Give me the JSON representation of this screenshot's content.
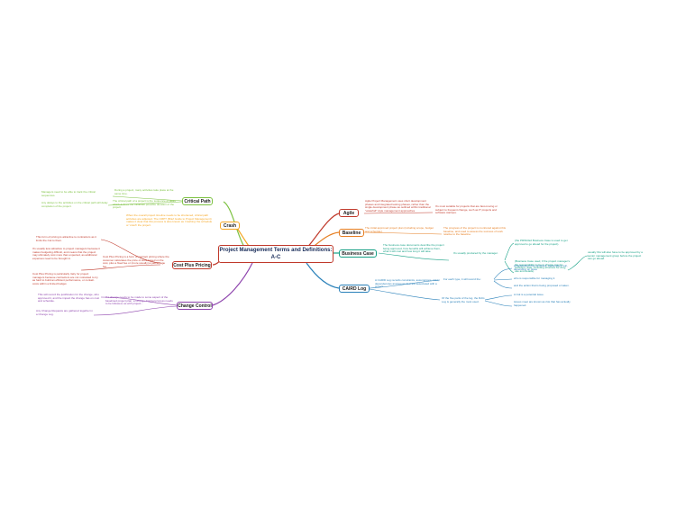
{
  "central": {
    "line1": "Project Management Terms and Definitions:",
    "line2": "A-C"
  },
  "branches": {
    "critical_path": {
      "label": "Critical Path",
      "color": "#7dc242",
      "notes": [
        "During a project, many activities take place at the same time.",
        "The critical path of a project is the sequence of tasks which defines the minimum possible duration of the project."
      ],
      "sub_notes": [
        "Managers need to be able to track the critical sequences.",
        "Any delays to the activities on the critical path will delay completion of the project."
      ]
    },
    "crash": {
      "label": "Crash",
      "color": "#f5a623",
      "notes": [
        "When the overall project timeline needs to be shortened, critical path activities are adjusted. The CMPT (Brief Guide to Project Management) makes it clear that this process is also known as 'crashing' the schedule or 'crash' the project."
      ]
    },
    "cost_plus_pricing": {
      "label": "Cost Plus Pricing",
      "color": "#c0392b",
      "notes": [
        "Cost Plus Pricing is a form of contract pricing where the customer calculates the price of work based on the cost, plus a fixed fee or (more usually) a percentage fee."
      ],
      "sub_notes": [
        "This form of pricing is attractive to contractors as it limits the risk to them.",
        "It's usually less attractive to project managers because it makes budgeting difficult, and means that the project may ultimately cost more than expected, as additional expenses need to be brought in.",
        "Cost Plus Pricing is particularly risky for project managers because contractors are not motivated to try as hard to build an efficient performance, or contain costs within a limited budget."
      ]
    },
    "change_control": {
      "label": "Change Control",
      "color": "#8e44ad",
      "notes": [
        "If a change needs to be made to some aspect of the baselined project plan, a Change Control process needs to be followed, as with project..."
      ],
      "sub_notes": [
        "This will record the justification for the change, who approved it, and the impact the change has on cost and schedule.",
        "Any Change Requests are gathered together in a Change Log."
      ]
    },
    "agile": {
      "label": "Agile",
      "color": "#c0392b",
      "notes": [
        "Agile Project Management uses short development phases and integrated testing phases, rather than the single development phase as outlined within traditional \"waterfall\" style management approaches.",
        "It's most suitable for projects that are fast-moving or subject to frequent change, such as IT projects and software startups."
      ]
    },
    "baseline": {
      "label": "Baseline",
      "color": "#e67e22",
      "notes": [
        "The initial approved project plan (including scope, budget and schedule).",
        "The progress of the project is monitored against this baseline, and used to assess the success of work relative to the baseline."
      ]
    },
    "business_case": {
      "label": "Business Case",
      "color": "#16a085",
      "notes": [
        "The business case documents describe the project being approved, how benefits will achieve them, what it will cost and how long it will take.",
        "It's usually produced by the manager."
      ],
      "sub_notes": [
        "(the PRINCE2 Business Case is used to get approval to go ahead for the project).",
        "(Business Case used, if the project manager's the responsibility to be in charge may be sufficient, date, including structure for drug use and details).",
        "usually this will also have to be approved by a senior management group before the project can go ahead."
      ]
    },
    "caird_log": {
      "label": "CAIRD Log",
      "color": "#2980b9",
      "notes": [
        "A CAIRD Log records constraints, assumptions, risks, dependencies and issues that are associated with a project.",
        "For each type, it will record the:",
        "Of the five parts of the log, the RAG Log is generally the most used."
      ],
      "sub_notes": [
        "whoidentified the constraint, assumption, etc, depending on issue",
        "who is responsible for managing it",
        "and the action that is being proposed or taken.",
        "A risk is a potential issue.",
        "issues meet are known as risk that has actually happened."
      ]
    }
  }
}
